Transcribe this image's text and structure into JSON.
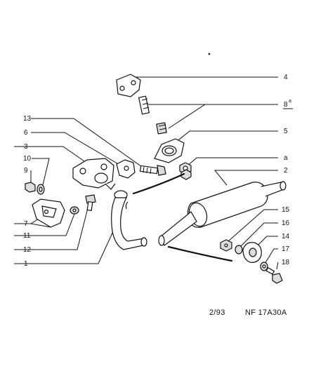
{
  "callouts": {
    "c1": "1",
    "c2": "2",
    "c3": "3",
    "c4": "4",
    "c5": "5",
    "c6": "6",
    "c7": "7",
    "c8": "8",
    "c8_sup": "a",
    "c9": "9",
    "c10": "10",
    "c11": "11",
    "c12": "12",
    "c13": "13",
    "c14": "14",
    "c15": "15",
    "c16": "16",
    "c17": "17",
    "c18": "18",
    "ca": "a"
  },
  "footer": {
    "page": "2/93",
    "code": "NF 17A30A"
  }
}
